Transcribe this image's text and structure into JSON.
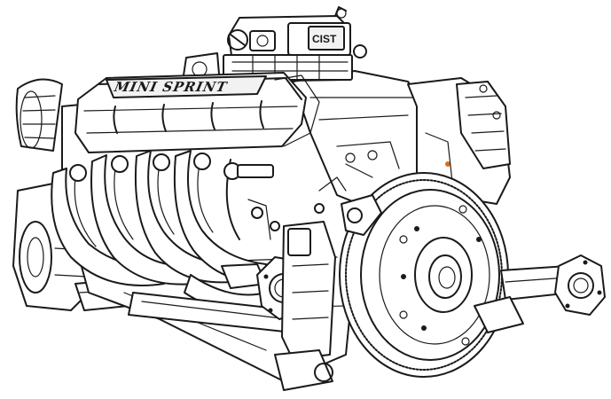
{
  "illustration": {
    "subject": "engine-line-drawing",
    "valve_cover_logo": "MINI SPRINT",
    "carb_plate_text": "CIST",
    "colors": {
      "line": "#1a1a1a",
      "paper": "#ffffff",
      "accent": "#e06a1a"
    }
  }
}
